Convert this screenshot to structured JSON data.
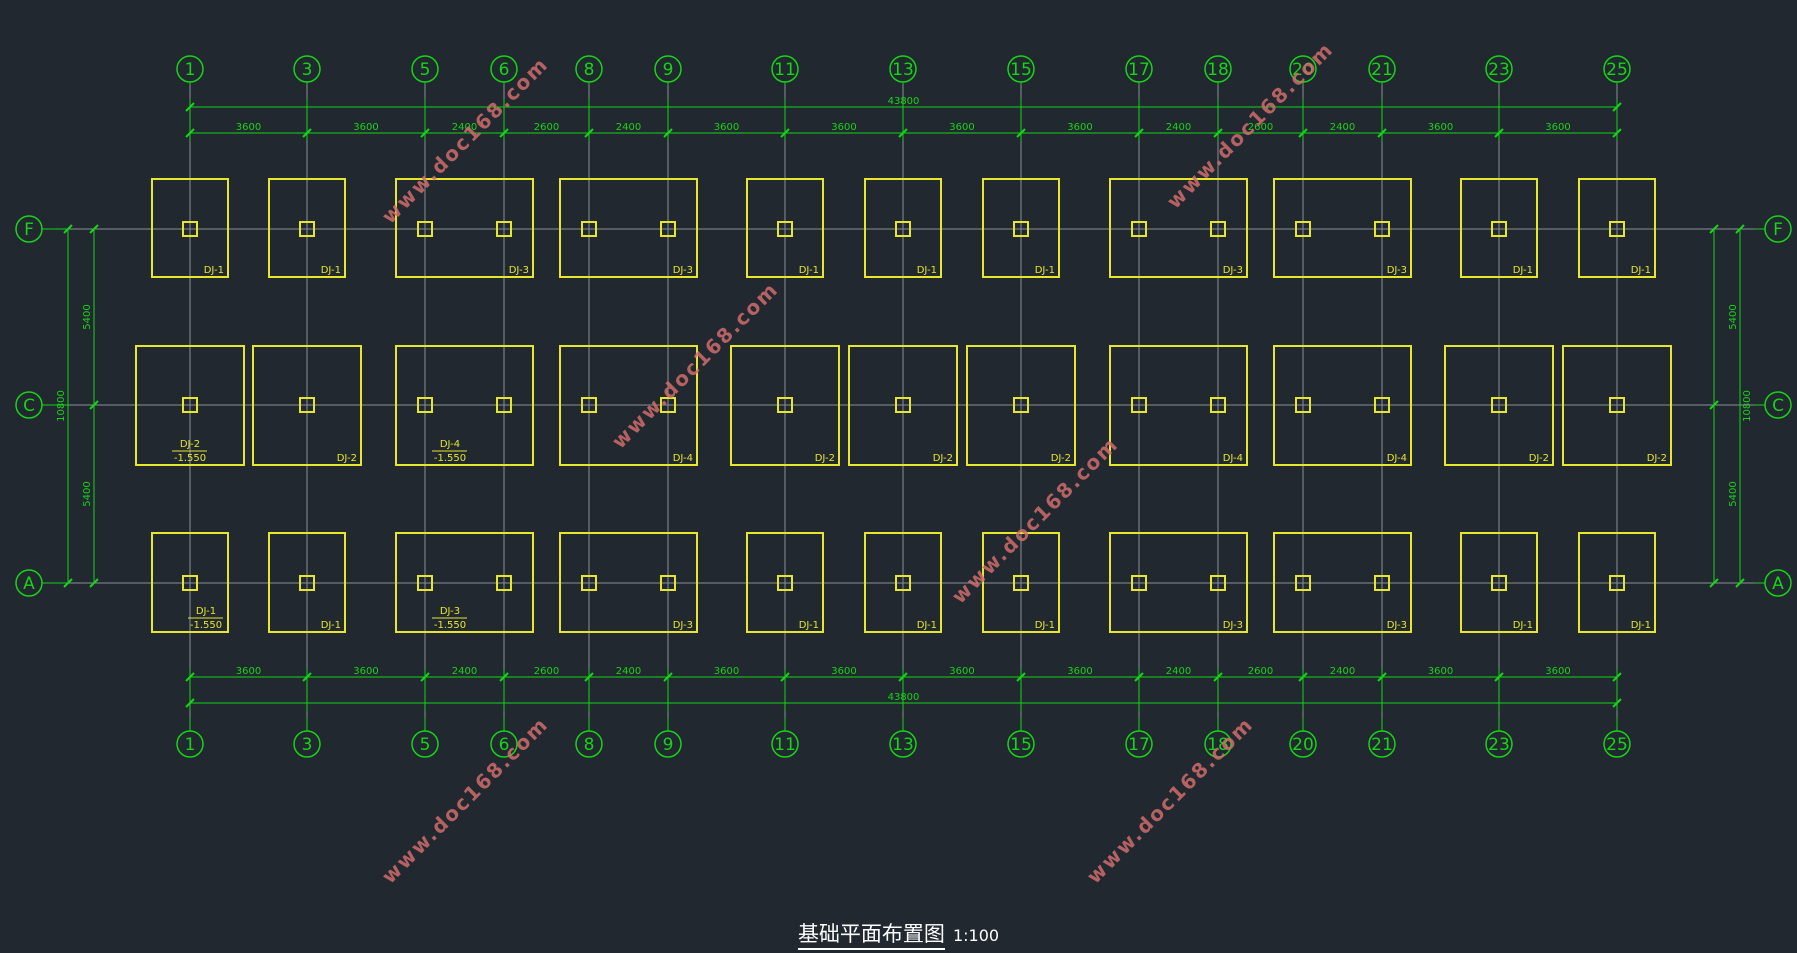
{
  "title": "基础平面布置图",
  "scale": "1:100",
  "watermark": "www.doc168.com",
  "colors": {
    "background": "#212830",
    "axis": "#17d417",
    "footing": "#e6e62a",
    "gridline": "#8a8f96",
    "watermark": "#d06d6d",
    "caption": "#ffffff"
  },
  "column_axes": [
    "1",
    "3",
    "5",
    "6",
    "8",
    "9",
    "11",
    "13",
    "15",
    "17",
    "18",
    "20",
    "21",
    "23",
    "25"
  ],
  "row_axes": [
    "F",
    "C",
    "A"
  ],
  "top_dimensions": [
    "3600",
    "3600",
    "2400",
    "2600",
    "2400",
    "3600",
    "3600",
    "3600",
    "3600",
    "2400",
    "2600",
    "2400",
    "3600",
    "3600"
  ],
  "top_total": "43800",
  "bottom_dimensions": [
    "3600",
    "3600",
    "2400",
    "2600",
    "2400",
    "3600",
    "3600",
    "3600",
    "3600",
    "2400",
    "2600",
    "2400",
    "3600",
    "3600"
  ],
  "bottom_total": "43800",
  "side_dimensions": [
    "5400",
    "5400"
  ],
  "side_total": "10800",
  "row_F_footings": [
    {
      "cols": [
        "1"
      ],
      "label": "DJ-1"
    },
    {
      "cols": [
        "3"
      ],
      "label": "DJ-1"
    },
    {
      "cols": [
        "5",
        "6"
      ],
      "label": "DJ-3"
    },
    {
      "cols": [
        "8",
        "9"
      ],
      "label": "DJ-3"
    },
    {
      "cols": [
        "11"
      ],
      "label": "DJ-1"
    },
    {
      "cols": [
        "13"
      ],
      "label": "DJ-1"
    },
    {
      "cols": [
        "15"
      ],
      "label": "DJ-1"
    },
    {
      "cols": [
        "17",
        "18"
      ],
      "label": "DJ-3"
    },
    {
      "cols": [
        "20",
        "21"
      ],
      "label": "DJ-3"
    },
    {
      "cols": [
        "23"
      ],
      "label": "DJ-1"
    },
    {
      "cols": [
        "25"
      ],
      "label": "DJ-1"
    }
  ],
  "row_C_footings": [
    {
      "cols": [
        "1"
      ],
      "label": "DJ-2",
      "elevation": "-1.550"
    },
    {
      "cols": [
        "3"
      ],
      "label": "DJ-2"
    },
    {
      "cols": [
        "5",
        "6"
      ],
      "label": "DJ-4",
      "elevation": "-1.550"
    },
    {
      "cols": [
        "8",
        "9"
      ],
      "label": "DJ-4"
    },
    {
      "cols": [
        "11"
      ],
      "label": "DJ-2"
    },
    {
      "cols": [
        "13"
      ],
      "label": "DJ-2"
    },
    {
      "cols": [
        "15"
      ],
      "label": "DJ-2"
    },
    {
      "cols": [
        "17",
        "18"
      ],
      "label": "DJ-4"
    },
    {
      "cols": [
        "20",
        "21"
      ],
      "label": "DJ-4"
    },
    {
      "cols": [
        "23"
      ],
      "label": "DJ-2"
    },
    {
      "cols": [
        "25"
      ],
      "label": "DJ-2"
    }
  ],
  "row_A_footings": [
    {
      "cols": [
        "1"
      ],
      "label": "DJ-1",
      "elevation": "-1.550"
    },
    {
      "cols": [
        "3"
      ],
      "label": "DJ-1"
    },
    {
      "cols": [
        "5",
        "6"
      ],
      "label": "DJ-3",
      "elevation": "-1.550"
    },
    {
      "cols": [
        "8",
        "9"
      ],
      "label": "DJ-3"
    },
    {
      "cols": [
        "11"
      ],
      "label": "DJ-1"
    },
    {
      "cols": [
        "13"
      ],
      "label": "DJ-1"
    },
    {
      "cols": [
        "15"
      ],
      "label": "DJ-1"
    },
    {
      "cols": [
        "17",
        "18"
      ],
      "label": "DJ-3"
    },
    {
      "cols": [
        "20",
        "21"
      ],
      "label": "DJ-3"
    },
    {
      "cols": [
        "23"
      ],
      "label": "DJ-1"
    },
    {
      "cols": [
        "25"
      ],
      "label": "DJ-1"
    }
  ]
}
